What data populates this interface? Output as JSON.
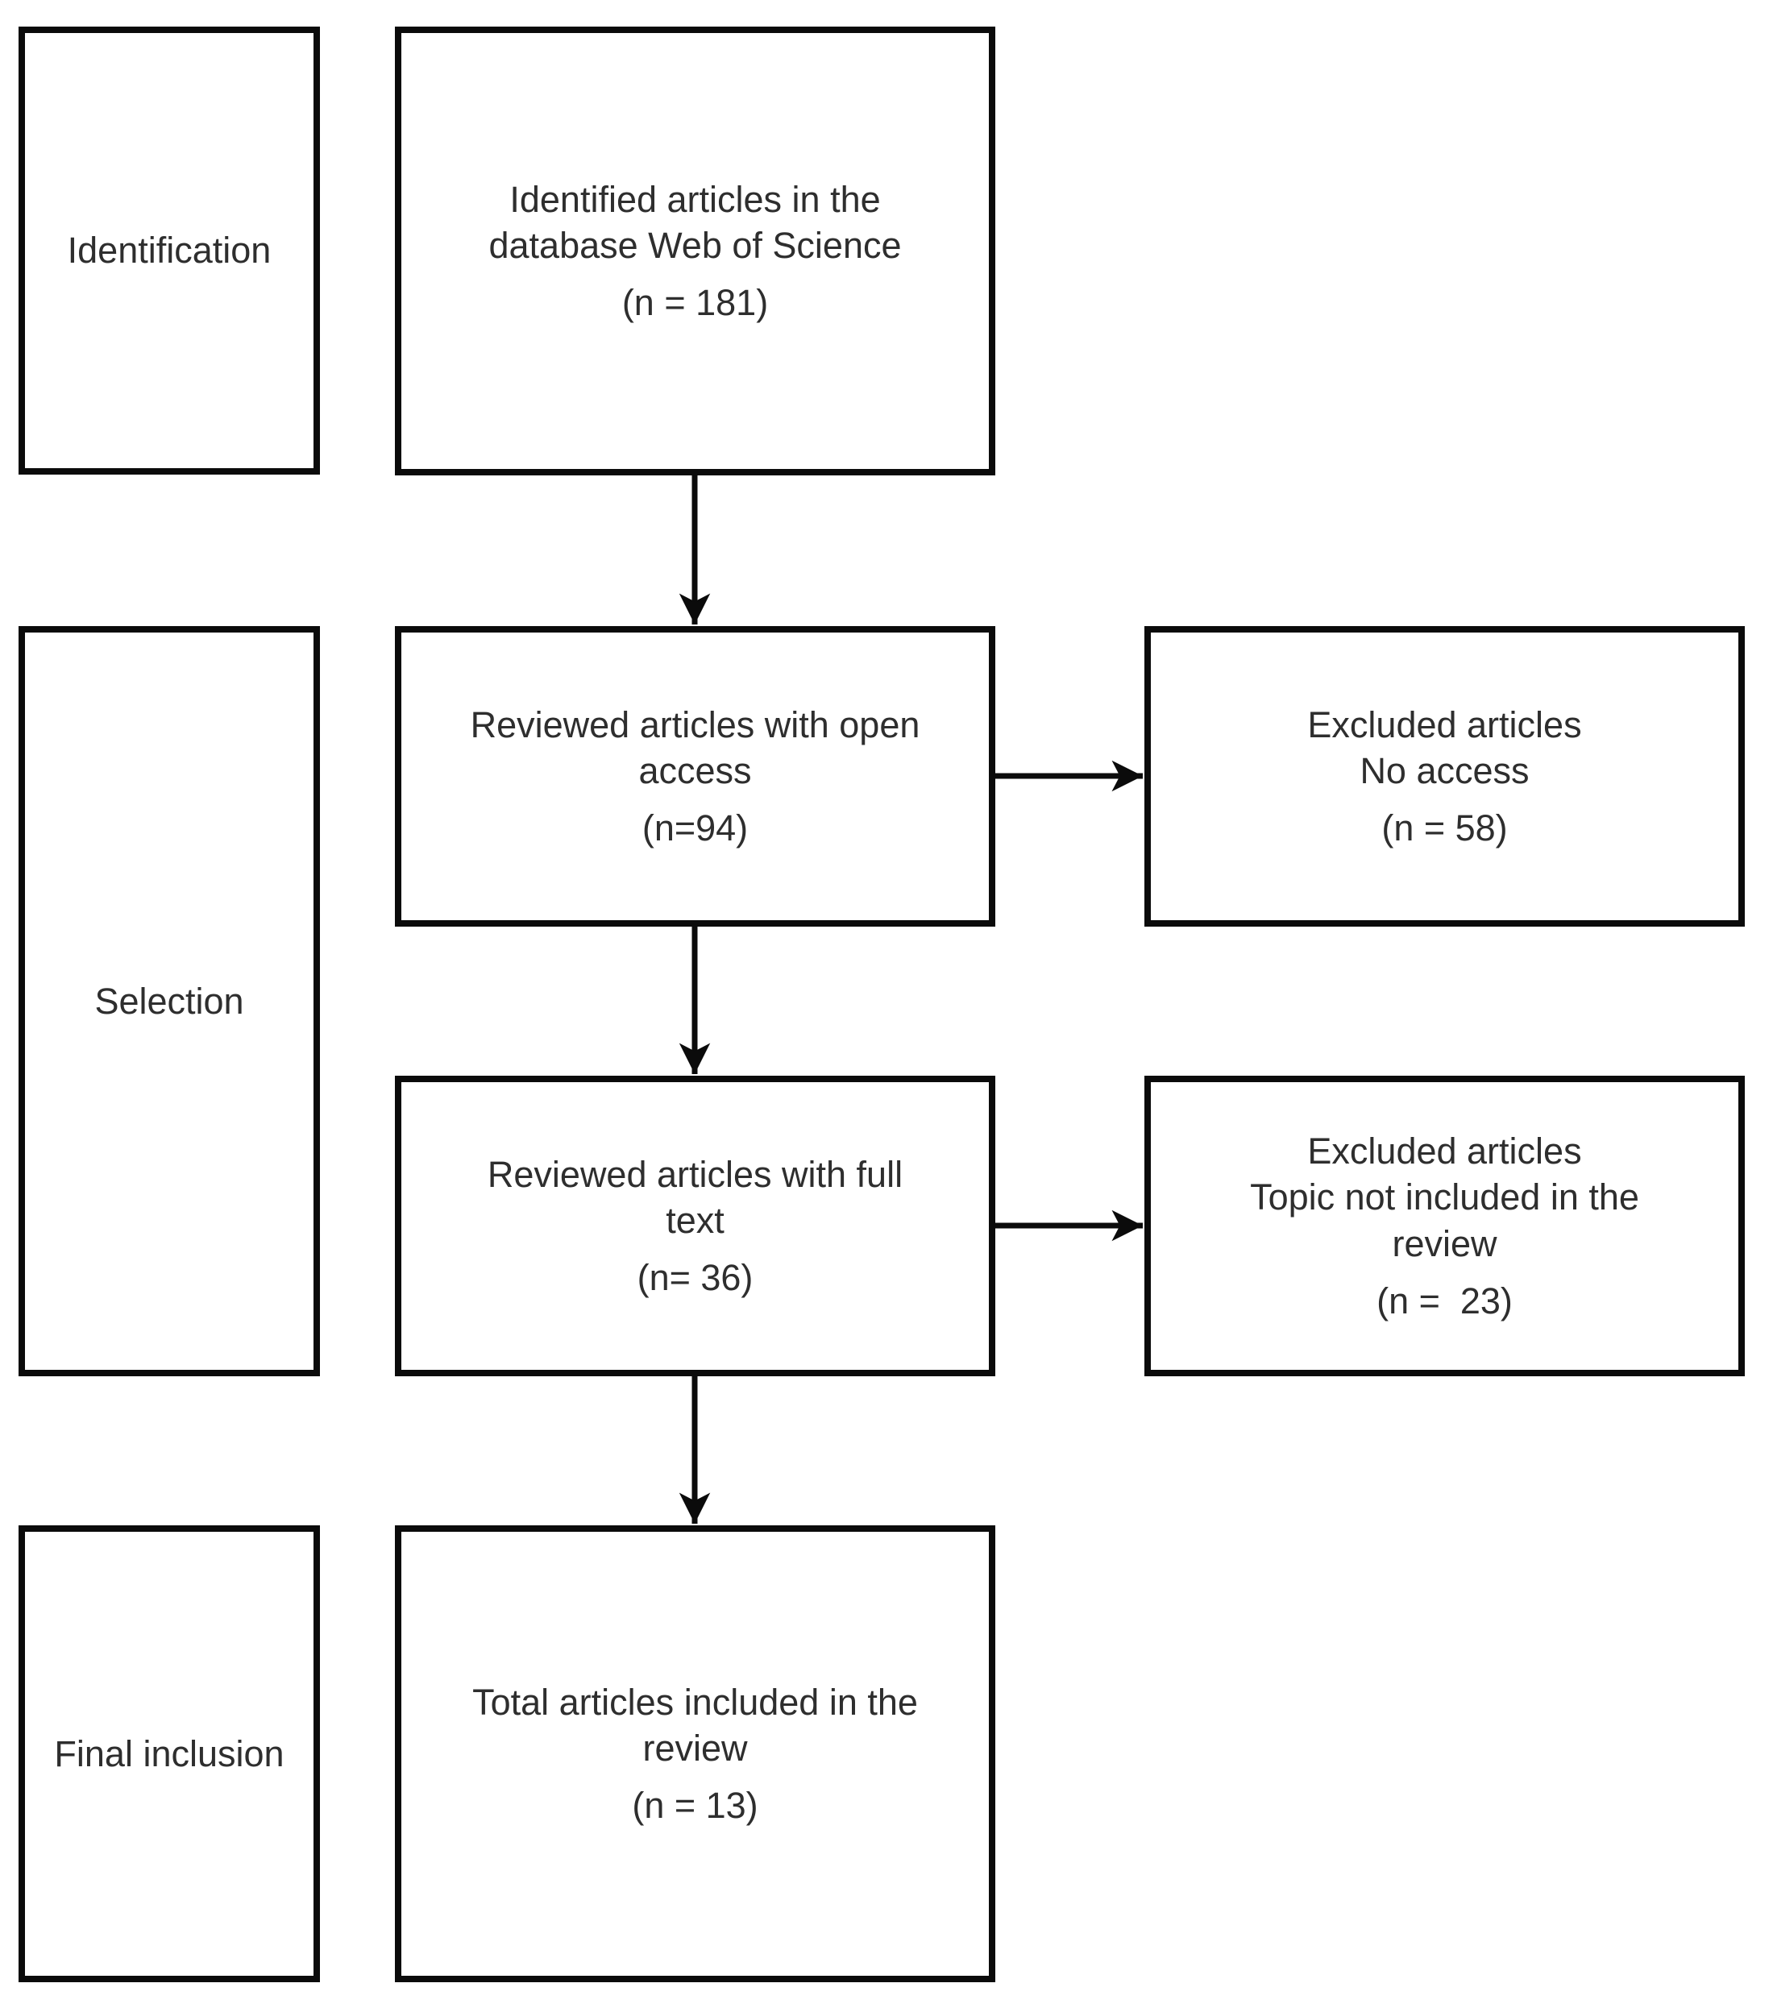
{
  "diagram": {
    "type": "flowchart",
    "palette": {
      "ink": "#0b0b0b",
      "text": "#2e2e2e",
      "background": "#ffffff"
    },
    "stages": [
      {
        "id": "identification",
        "label": "Identification"
      },
      {
        "id": "selection",
        "label": "Selection"
      },
      {
        "id": "final-inclusion",
        "label": "Final inclusion"
      }
    ],
    "flow": [
      {
        "id": "identified",
        "text": "Identified articles in the\ndatabase Web of Science",
        "count": "(n = 181)"
      },
      {
        "id": "open-access",
        "text": "Reviewed articles with open\naccess",
        "count": "(n=94)"
      },
      {
        "id": "full-text",
        "text": "Reviewed articles with full\ntext",
        "count": "(n= 36)"
      },
      {
        "id": "included",
        "text": "Total articles included in the\nreview",
        "count": "(n = 13)"
      }
    ],
    "exclusions": [
      {
        "id": "no-access",
        "text": "Excluded articles\nNo access",
        "count": "(n = 58)"
      },
      {
        "id": "topic-not-included",
        "text": "Excluded articles\nTopic not included in the\nreview",
        "count": "(n =  23)"
      }
    ],
    "connections": [
      {
        "from": "identified",
        "to": "open-access",
        "direction": "down"
      },
      {
        "from": "open-access",
        "to": "no-access",
        "direction": "right"
      },
      {
        "from": "open-access",
        "to": "full-text",
        "direction": "down"
      },
      {
        "from": "full-text",
        "to": "topic-not-included",
        "direction": "right"
      },
      {
        "from": "full-text",
        "to": "included",
        "direction": "down"
      }
    ]
  }
}
